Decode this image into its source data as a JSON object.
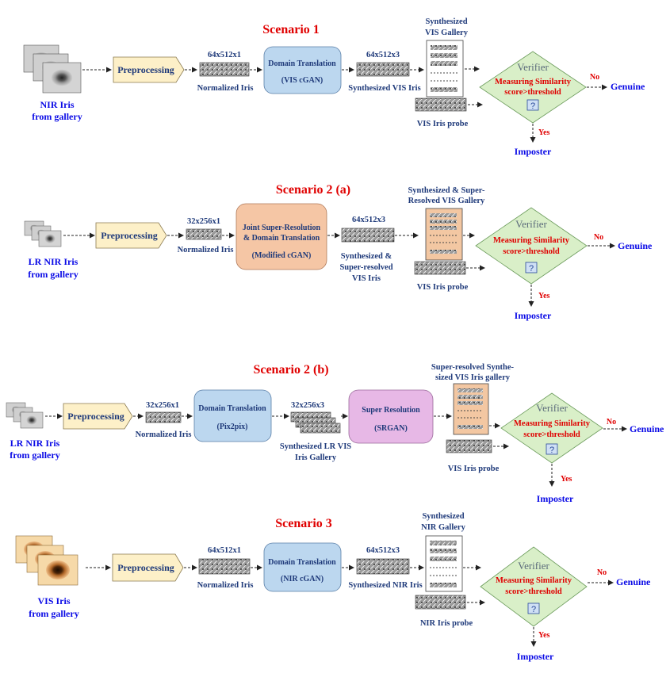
{
  "colors": {
    "title": "#e00000",
    "blue_text": "#0a0ae6",
    "navy_text": "#1f3a7a",
    "preprocess_fill": "#fdf0c8",
    "cgan_fill": "#bcd7ef",
    "joint_fill": "#f5c6a5",
    "srgan_fill": "#e7b8e6",
    "verifier_fill": "#d9efc8",
    "gallery_orange": "#f3c7a2"
  },
  "icons": [
    "eye-stack-icon",
    "iris-strip-icon",
    "gallery-doc-icon",
    "question-box-icon",
    "arrow-icon"
  ],
  "scenarios": [
    {
      "title": "Scenario 1",
      "input_label_1": "NIR Iris",
      "input_label_2": "from gallery",
      "preprocessing": "Preprocessing",
      "dim1": "64x512x1",
      "norm_label": "Normalized Iris",
      "box1_line1": "Domain Translation",
      "box1_line2": "(VIS cGAN)",
      "dim2": "64x512x3",
      "synth_label_1": "Synthesized VIS Iris",
      "synth_label_2": "",
      "gallery_label_1": "Synthesized",
      "gallery_label_2": "VIS Gallery",
      "probe_label": "VIS Iris probe",
      "verifier": "Verifier",
      "measure_1": "Measuring Similarity",
      "measure_2": "score>threshold",
      "no": "No",
      "genuine": "Genuine",
      "yes": "Yes",
      "imposter": "Imposter"
    },
    {
      "title": "Scenario 2 (a)",
      "input_label_1": "LR NIR Iris",
      "input_label_2": "from gallery",
      "preprocessing": "Preprocessing",
      "dim1": "32x256x1",
      "norm_label": "Normalized Iris",
      "box1_line1": "Joint Super-Resolution",
      "box1_line2": "& Domain Translation",
      "box1_line3": "(Modified cGAN)",
      "dim2": "64x512x3",
      "synth_label_1": "Synthesized &",
      "synth_label_2": "Super-resolved",
      "synth_label_3": "VIS Iris",
      "gallery_label_1": "Synthesized & Super-",
      "gallery_label_2": "Resolved VIS Gallery",
      "probe_label": "VIS Iris probe",
      "verifier": "Verifier",
      "measure_1": "Measuring Similarity",
      "measure_2": "score>threshold",
      "no": "No",
      "genuine": "Genuine",
      "yes": "Yes",
      "imposter": "Imposter"
    },
    {
      "title": "Scenario 2 (b)",
      "input_label_1": "LR NIR Iris",
      "input_label_2": "from gallery",
      "preprocessing": "Preprocessing",
      "dim1": "32x256x1",
      "norm_label": "Normalized Iris",
      "box1_line1": "Domain Translation",
      "box1_line2": "(Pix2pix)",
      "dim2": "32x256x3",
      "synth_label_1": "Synthesized LR VIS",
      "synth_label_2": "Iris Gallery",
      "box2_line1": "Super Resolution",
      "box2_line2": "(SRGAN)",
      "gallery_label_1": "Super-resolved Synthe-",
      "gallery_label_2": "sized VIS Iris gallery",
      "probe_label": "VIS Iris probe",
      "verifier": "Verifier",
      "measure_1": "Measuring Similarity",
      "measure_2": "score>threshold",
      "no": "No",
      "genuine": "Genuine",
      "yes": "Yes",
      "imposter": "Imposter"
    },
    {
      "title": "Scenario 3",
      "input_label_1": "VIS Iris",
      "input_label_2": "from gallery",
      "preprocessing": "Preprocessing",
      "dim1": "64x512x1",
      "norm_label": "Normalized Iris",
      "box1_line1": "Domain Translation",
      "box1_line2": "(NIR cGAN)",
      "dim2": "64x512x3",
      "synth_label_1": "Synthesized NIR Iris",
      "synth_label_2": "",
      "gallery_label_1": "Synthesized",
      "gallery_label_2": "NIR Gallery",
      "probe_label": "NIR Iris probe",
      "verifier": "Verifier",
      "measure_1": "Measuring Similarity",
      "measure_2": "score>threshold",
      "no": "No",
      "genuine": "Genuine",
      "yes": "Yes",
      "imposter": "Imposter"
    }
  ]
}
